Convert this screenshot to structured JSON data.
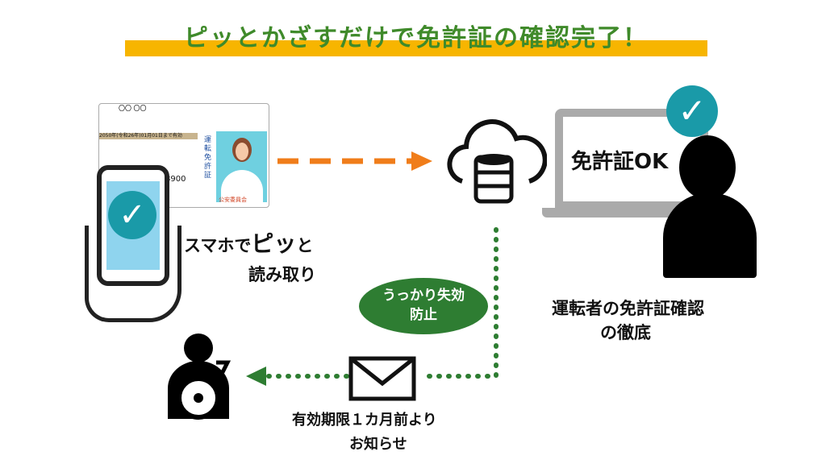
{
  "title": "ピッとかざすだけで免許証の確認完了！",
  "license_card": {
    "validity": "2050年(令和26年)01月01日まで有効",
    "type": "運転免許証",
    "number": "8900",
    "issuer": "公安委員会",
    "name": "〇〇 〇〇"
  },
  "phone_label_line1": "スマホで",
  "phone_label_emph": "ピッ",
  "phone_label_line1_end": "と",
  "phone_label_line2": "読み取り",
  "laptop_screen": "免許証OK",
  "admin_label_line1": "運転者の免許証確認",
  "admin_label_line2": "の徹底",
  "bubble_line1": "うっかり失効",
  "bubble_line2": "防止",
  "mail_label_line1": "有効期限１カ月前より",
  "mail_label_line2": "お知らせ",
  "colors": {
    "green": "#3f8a2a",
    "yellow": "#f7b500",
    "orange": "#f07d1a",
    "teal": "#1a9aa8",
    "darkgreen": "#2e7d32"
  }
}
